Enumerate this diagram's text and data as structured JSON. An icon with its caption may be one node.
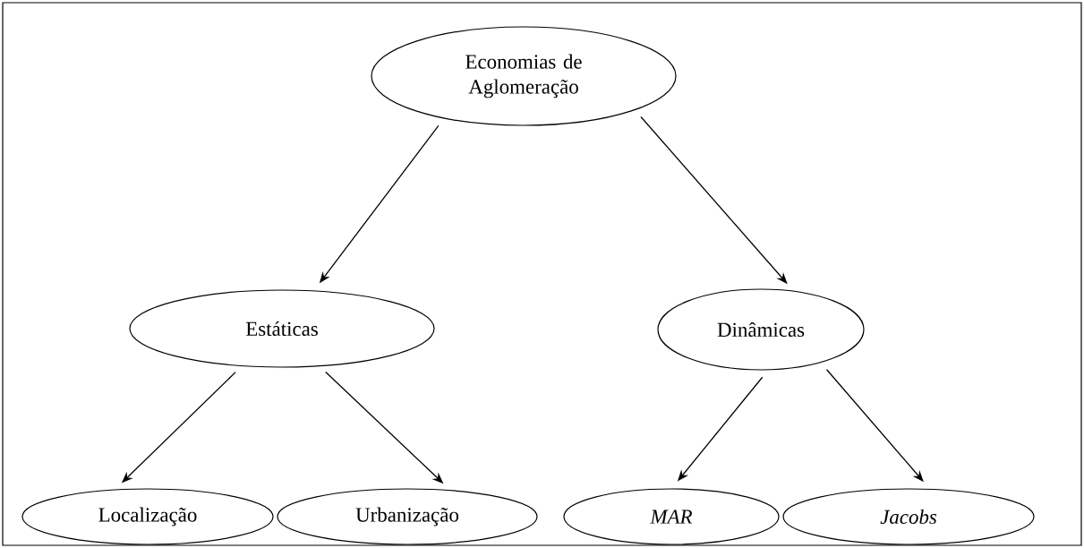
{
  "diagram": {
    "nodes": [
      {
        "text": [
          "Economias de Aglomeração"
        ]
      },
      {
        "text": [
          "Estáticas"
        ]
      },
      {
        "text": [
          "Dinâmicas"
        ]
      },
      {
        "text": [
          "Localização"
        ]
      },
      {
        "text": [
          "Urbanização"
        ]
      },
      {
        "text": [
          "MAR"
        ]
      },
      {
        "text": [
          "Jacobs"
        ]
      }
    ],
    "edges": [
      {
        "from": 0,
        "to": 1,
        "arrow": "to"
      },
      {
        "from": 0,
        "to": 2,
        "arrow": "to"
      },
      {
        "from": 1,
        "to": 3,
        "arrow": "to"
      },
      {
        "from": 1,
        "to": 4,
        "arrow": "to"
      },
      {
        "from": 2,
        "to": 5,
        "arrow": "to"
      },
      {
        "from": 2,
        "to": 6,
        "arrow": "to"
      }
    ]
  }
}
